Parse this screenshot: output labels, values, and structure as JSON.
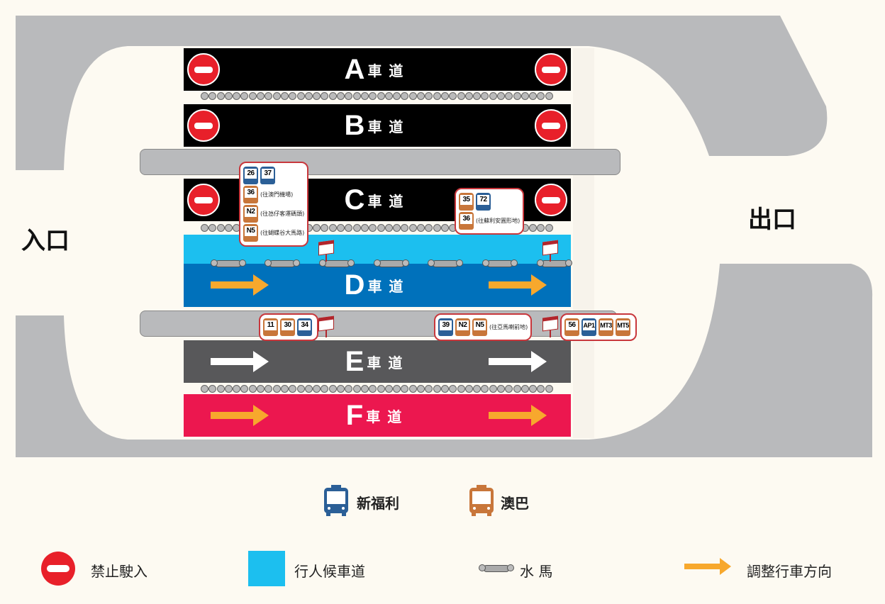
{
  "labels": {
    "entrance": "入口",
    "exit": "出口"
  },
  "lanes": [
    {
      "letter": "A",
      "word": "車道",
      "color": "#000000",
      "no_entry": true
    },
    {
      "letter": "B",
      "word": "車道",
      "color": "#000000",
      "no_entry": true
    },
    {
      "letter": "C",
      "word": "車道",
      "color": "#000000",
      "no_entry": true
    },
    {
      "letter": "D",
      "word": "車道",
      "color": "#0071bb",
      "arrows": "orange"
    },
    {
      "letter": "E",
      "word": "車道",
      "color": "#58585a",
      "arrows": "white"
    },
    {
      "letter": "F",
      "word": "車道",
      "color": "#ec174f",
      "arrows": "orange"
    }
  ],
  "colors": {
    "xinfuli": "#2b5f97",
    "macau_bus": "#c8763a",
    "pedestrian": "#1cbfef",
    "road": "#b9babc",
    "no_entry": "#e8202a",
    "arrow": "#f7a82d"
  },
  "stops": {
    "c_left": {
      "rows": [
        {
          "buses": [
            [
              "26",
              "xinfuli"
            ],
            [
              "37",
              "xinfuli"
            ]
          ],
          "dest": ""
        },
        {
          "buses": [
            [
              "36",
              "macau_bus"
            ]
          ],
          "dest": "(往澳門機場)"
        },
        {
          "buses": [
            [
              "N2",
              "macau_bus"
            ]
          ],
          "dest": "(往氹仔客運碼頭)"
        },
        {
          "buses": [
            [
              "N5",
              "macau_bus"
            ]
          ],
          "dest": "(往蝴蝶谷大馬路)"
        }
      ]
    },
    "c_right": {
      "rows": [
        {
          "buses": [
            [
              "35",
              "macau_bus"
            ],
            [
              "72",
              "xinfuli"
            ]
          ],
          "dest": ""
        },
        {
          "buses": [
            [
              "36",
              "macau_bus"
            ]
          ],
          "dest": "(往蘇利安圓形地)"
        }
      ]
    },
    "e_left": {
      "rows": [
        {
          "buses": [
            [
              "11",
              "macau_bus"
            ],
            [
              "30",
              "macau_bus"
            ],
            [
              "34",
              "xinfuli"
            ]
          ],
          "dest": ""
        }
      ]
    },
    "e_mid": {
      "rows": [
        {
          "buses": [
            [
              "39",
              "xinfuli"
            ],
            [
              "N2",
              "macau_bus"
            ],
            [
              "N5",
              "macau_bus"
            ]
          ],
          "dest": "(往亞馬喇前地)"
        }
      ]
    },
    "e_right": {
      "rows": [
        {
          "buses": [
            [
              "56",
              "macau_bus"
            ],
            [
              "AP1",
              "xinfuli"
            ],
            [
              "MT3",
              "macau_bus"
            ],
            [
              "MT5",
              "macau_bus"
            ]
          ],
          "dest": ""
        }
      ]
    }
  },
  "operators": {
    "xinfuli": "新福利",
    "macau_bus": "澳巴"
  },
  "legend": {
    "no_entry": "禁止駛入",
    "pedestrian": "行人候車道",
    "barrier": "水 馬",
    "arrow": "調整行車方向"
  }
}
